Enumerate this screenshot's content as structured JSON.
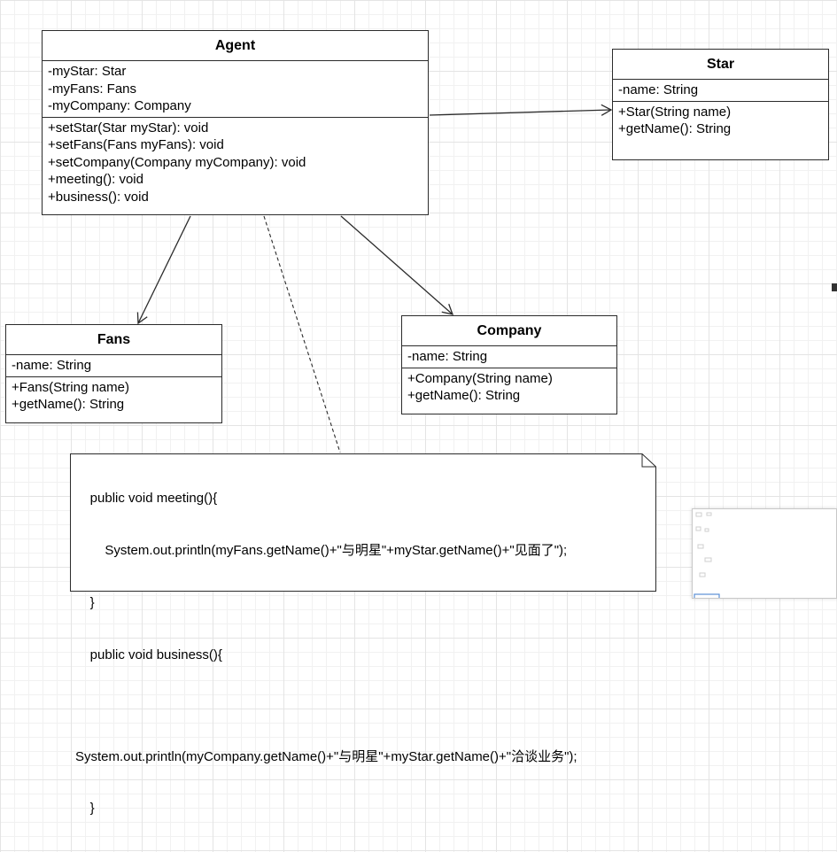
{
  "classes": {
    "agent": {
      "name": "Agent",
      "attributes": [
        "-myStar: Star",
        "-myFans: Fans",
        "-myCompany: Company"
      ],
      "methods": [
        "+setStar(Star myStar): void",
        "+setFans(Fans myFans): void",
        "+setCompany(Company myCompany): void",
        "+meeting(): void",
        "+business(): void"
      ]
    },
    "star": {
      "name": "Star",
      "attributes": [
        "-name: String"
      ],
      "methods": [
        "+Star(String name)",
        "+getName(): String"
      ]
    },
    "fans": {
      "name": "Fans",
      "attributes": [
        "-name: String"
      ],
      "methods": [
        "+Fans(String name)",
        "+getName(): String"
      ]
    },
    "company": {
      "name": "Company",
      "attributes": [
        "-name: String"
      ],
      "methods": [
        "+Company(String name)",
        "+getName(): String"
      ]
    }
  },
  "note": {
    "lines": [
      "    public void meeting(){",
      "        System.out.println(myFans.getName()+\"与明星\"+myStar.getName()+\"见面了\");",
      "    }",
      "    public void business(){",
      "",
      "System.out.println(myCompany.getName()+\"与明星\"+myStar.getName()+\"洽谈业务\");",
      "    }"
    ]
  },
  "colors": {
    "stroke": "#2b2b2b",
    "grid": "#e4e4e4"
  }
}
